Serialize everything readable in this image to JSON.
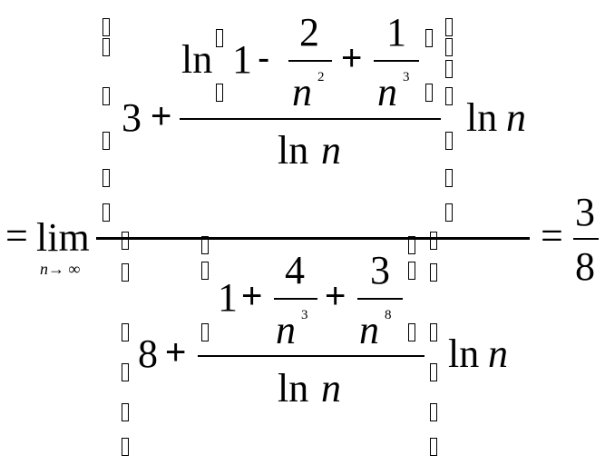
{
  "formula": {
    "equals_left": "=",
    "lim": "lim",
    "lim_sub": "n→ ∞",
    "numerator": {
      "three": "3",
      "plus_outer": "+",
      "ln": "ln",
      "one": "1",
      "minus": "-",
      "frac_a_num": "2",
      "frac_a_den_base": "n",
      "frac_a_den_exp": "2",
      "plus_inner": "+",
      "frac_b_num": "1",
      "frac_b_den_base": "n",
      "frac_b_den_exp": "3",
      "denom_ln": "ln",
      "denom_n": "n",
      "trailing_ln": "ln",
      "trailing_n": "n"
    },
    "denominator": {
      "eight": "8",
      "plus_outer": "+",
      "one": "1",
      "plus_a": "+",
      "frac_a_num": "4",
      "frac_a_den_base": "n",
      "frac_a_den_exp": "3",
      "plus_b": "+",
      "frac_b_num": "3",
      "frac_b_den_base": "n",
      "frac_b_den_exp": "8",
      "denom_ln": "ln",
      "denom_n": "n",
      "trailing_ln": "ln",
      "trailing_n": "n"
    },
    "equals_right": "=",
    "result_num": "3",
    "result_den": "8"
  }
}
